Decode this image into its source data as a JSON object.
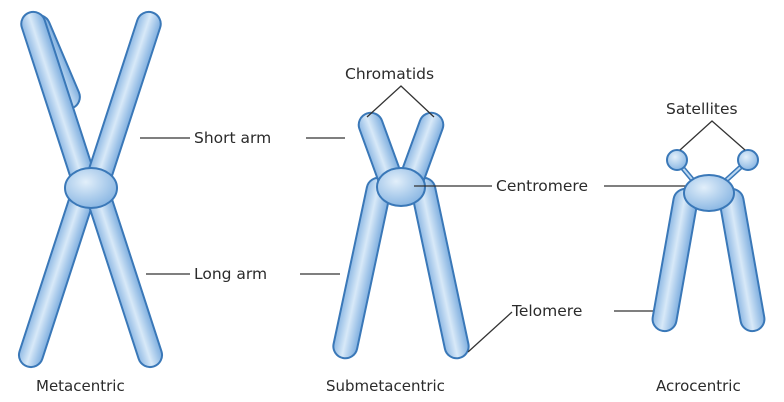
{
  "diagram": {
    "labels": {
      "short_arm": "Short arm",
      "long_arm": "Long arm",
      "chromatids": "Chromatids",
      "centromere": "Centromere",
      "telomere": "Telomere",
      "satellites": "Satellites"
    },
    "captions": {
      "metacentric": "Metacentric",
      "submetacentric": "Submetacentric",
      "acrocentric": "Acrocentric"
    },
    "colors": {
      "chromosome_fill": "#a9cbec",
      "chromosome_highlight": "#d8e9f8",
      "chromosome_outline": "#3a78b8",
      "text": "#2b2b2b"
    }
  }
}
